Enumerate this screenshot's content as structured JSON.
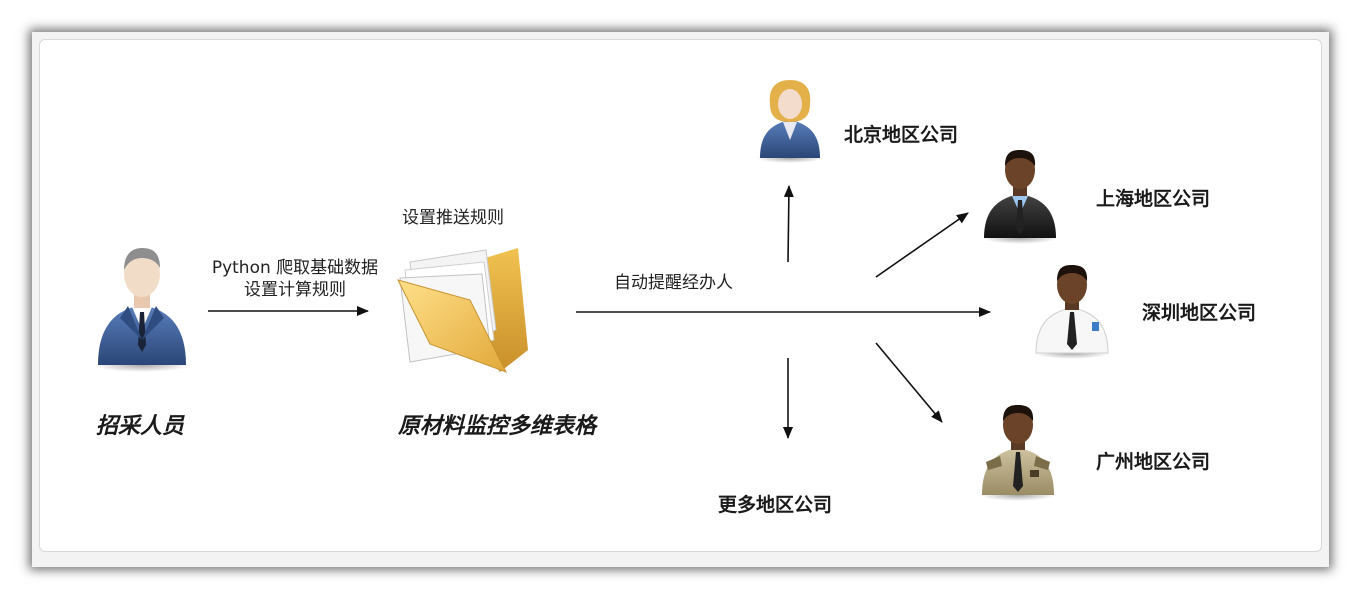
{
  "diagram": {
    "purchaser_label": "招采人员",
    "crawl_label_line1": "Python 爬取基础数据",
    "crawl_label_line2": "设置计算规则",
    "push_rule_label": "设置推送规则",
    "table_label": "原材料监控多维表格",
    "remind_label": "自动提醒经办人",
    "more_label": "更多地区公司",
    "companies": {
      "beijing": "北京地区公司",
      "shanghai": "上海地区公司",
      "shenzhen": "深圳地区公司",
      "guangzhou": "广州地区公司"
    }
  },
  "icons": [
    "purchaser-person-icon",
    "folder-icon",
    "woman-person-icon",
    "man-dark-suit-icon",
    "man-white-shirt-icon",
    "man-security-uniform-icon"
  ],
  "colors": {
    "suit_blue": "#3b5e97",
    "folder_yellow": "#f2c45a",
    "arrow": "#111111"
  }
}
